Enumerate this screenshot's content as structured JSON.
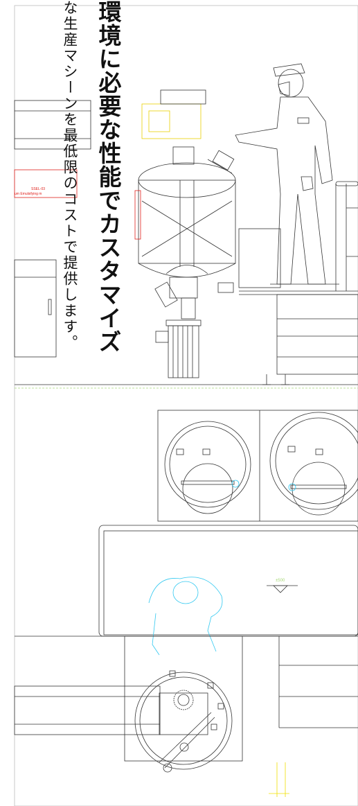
{
  "headline": "環境に必要な性能でカスタマイズ",
  "subline": "な生産マシーンを最低限のコストで提供します。",
  "labels": {
    "model_code": "SSEL-03",
    "model_name": "um Emulsifying m",
    "level_mark": "±500"
  },
  "colors": {
    "line": "#333333",
    "highlight": "#e0201b",
    "operator_top": "#30c8f0",
    "dimension": "#f0e000",
    "hatch": "#a8d878"
  },
  "icons": [
    "operator-figure",
    "emulsifying-tank",
    "motor",
    "tank-top-view",
    "ladder-rail"
  ]
}
